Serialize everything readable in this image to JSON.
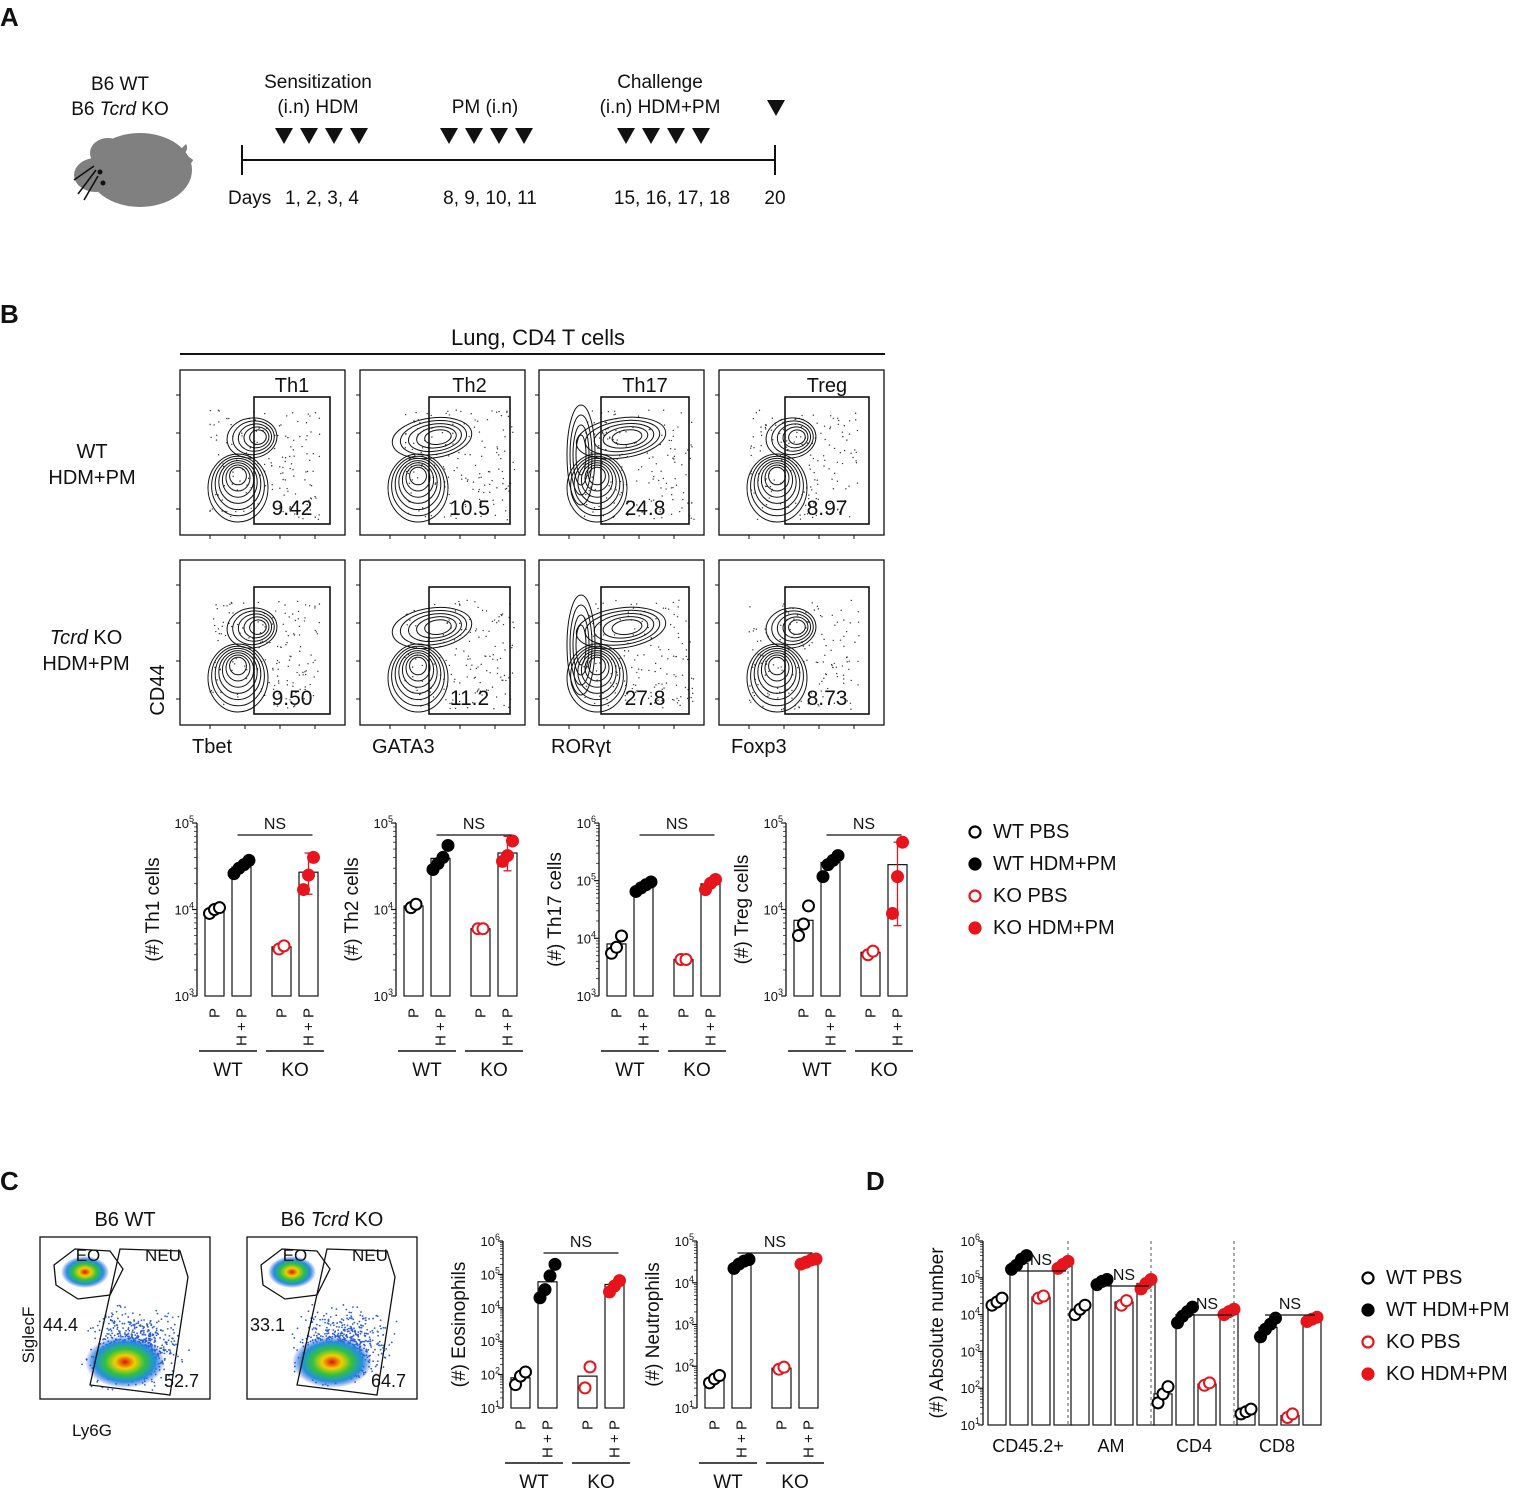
{
  "panels": {
    "A": "A",
    "B": "B",
    "C": "C",
    "D": "D"
  },
  "panelA": {
    "mouse_line1": "B6 WT",
    "mouse_line2_prefix": "B6 ",
    "mouse_line2_italic": "Tcrd",
    "mouse_line2_suffix": " KO",
    "days_label": "Days",
    "phases": [
      {
        "title1": "Sensitization",
        "title2": "(i.n) HDM",
        "days": "1, 2, 3, 4"
      },
      {
        "title1": "",
        "title2": "PM (i.n)",
        "days": "8, 9, 10, 11"
      },
      {
        "title1": "Challenge",
        "title2": "(i.n) HDM+PM",
        "days": "15, 16, 17, 18"
      }
    ],
    "end_day": "20"
  },
  "panelB": {
    "header": "Lung, CD4 T cells",
    "row_labels": [
      {
        "line1_italic": "",
        "line1": "WT",
        "line2": "HDM+PM"
      },
      {
        "line1_italic": "Tcrd",
        "line1": " KO",
        "line2": "HDM+PM"
      }
    ],
    "y_axis": "CD44",
    "subsets": [
      {
        "name": "Th1",
        "x_axis": "Tbet",
        "wt": "9.42",
        "ko": "9.50"
      },
      {
        "name": "Th2",
        "x_axis": "GATA3",
        "wt": "10.5",
        "ko": "11.2"
      },
      {
        "name": "Th17",
        "x_axis": "RORγt",
        "wt": "24.8",
        "ko": "27.8"
      },
      {
        "name": "Treg",
        "x_axis": "Foxp3",
        "wt": "8.97",
        "ko": "8.73"
      }
    ]
  },
  "panelC": {
    "plots": [
      {
        "title_prefix": "B6 ",
        "title_italic": "",
        "title_suffix": "WT",
        "eo": "44.4",
        "neu": "52.7"
      },
      {
        "title_prefix": "B6 ",
        "title_italic": "Tcrd",
        "title_suffix": " KO",
        "eo": "33.1",
        "neu": "64.7"
      }
    ],
    "gate_eo": "EO",
    "gate_neu": "NEU",
    "y_axis": "SiglecF",
    "x_axis": "Ly6G"
  },
  "legend": [
    {
      "label": "WT PBS",
      "color": "#000000",
      "filled": false
    },
    {
      "label": "WT HDM+PM",
      "color": "#000000",
      "filled": true
    },
    {
      "label": "KO PBS",
      "color": "#e8141c",
      "filled": false
    },
    {
      "label": "KO HDM+PM",
      "color": "#e8141c",
      "filled": true
    }
  ],
  "chart_data": [
    {
      "type": "bar",
      "id": "th1",
      "ylabel": "(#) Th1 cells",
      "log": true,
      "ylim": [
        1000,
        100000
      ],
      "categories": [
        "P",
        "H + P",
        "P",
        "H + P"
      ],
      "groups": [
        "WT",
        "KO"
      ],
      "sig": "NS",
      "series": [
        {
          "name": "WT PBS",
          "bar": 9800,
          "points": [
            9000,
            10000,
            10500
          ]
        },
        {
          "name": "WT HDM+PM",
          "bar": 31000,
          "points": [
            26000,
            30000,
            33000,
            37000
          ]
        },
        {
          "name": "KO PBS",
          "bar": 3700,
          "points": [
            3500,
            3800
          ]
        },
        {
          "name": "KO HDM+PM",
          "bar": 27000,
          "points": [
            17000,
            25000,
            40000
          ],
          "err": [
            15000,
            45000
          ]
        }
      ]
    },
    {
      "type": "bar",
      "id": "th2",
      "ylabel": "(#) Th2 cells",
      "log": true,
      "ylim": [
        1000,
        100000
      ],
      "categories": [
        "P",
        "H + P",
        "P",
        "H + P"
      ],
      "groups": [
        "WT",
        "KO"
      ],
      "sig": "NS",
      "series": [
        {
          "name": "WT PBS",
          "bar": 11000,
          "points": [
            10500,
            11500
          ]
        },
        {
          "name": "WT HDM+PM",
          "bar": 39000,
          "points": [
            29000,
            34000,
            40000,
            55000
          ]
        },
        {
          "name": "KO PBS",
          "bar": 6000,
          "points": [
            6000,
            6000
          ]
        },
        {
          "name": "KO HDM+PM",
          "bar": 45000,
          "points": [
            36000,
            42000,
            62000
          ],
          "err": [
            28000,
            70000
          ]
        }
      ]
    },
    {
      "type": "bar",
      "id": "th17",
      "ylabel": "(#) Th17 cells",
      "log": true,
      "ylim": [
        1000,
        1000000
      ],
      "categories": [
        "P",
        "H + P",
        "P",
        "H + P"
      ],
      "groups": [
        "WT",
        "KO"
      ],
      "sig": "NS",
      "series": [
        {
          "name": "WT PBS",
          "bar": 8000,
          "points": [
            5500,
            7000,
            11000
          ]
        },
        {
          "name": "WT HDM+PM",
          "bar": 80000,
          "points": [
            65000,
            75000,
            85000,
            95000
          ]
        },
        {
          "name": "KO PBS",
          "bar": 4300,
          "points": [
            4300,
            4300
          ]
        },
        {
          "name": "KO HDM+PM",
          "bar": 88000,
          "points": [
            70000,
            90000,
            105000
          ]
        }
      ]
    },
    {
      "type": "bar",
      "id": "treg",
      "ylabel": "(#) Treg cells",
      "log": true,
      "ylim": [
        1000,
        100000
      ],
      "categories": [
        "P",
        "H + P",
        "P",
        "H + P"
      ],
      "groups": [
        "WT",
        "KO"
      ],
      "sig": "NS",
      "series": [
        {
          "name": "WT PBS",
          "bar": 7500,
          "points": [
            5000,
            6800,
            11000
          ]
        },
        {
          "name": "WT HDM+PM",
          "bar": 35000,
          "points": [
            24000,
            33000,
            37000,
            42000
          ]
        },
        {
          "name": "KO PBS",
          "bar": 3200,
          "points": [
            3000,
            3300
          ]
        },
        {
          "name": "KO HDM+PM",
          "bar": 33000,
          "points": [
            9000,
            24000,
            60000
          ],
          "err": [
            6500,
            60000
          ]
        }
      ]
    },
    {
      "type": "bar",
      "id": "eos",
      "ylabel": "(#) Eosinophils",
      "log": true,
      "ylim": [
        10,
        1000000
      ],
      "categories": [
        "P",
        "H + P",
        "P",
        "H + P"
      ],
      "groups": [
        "WT",
        "KO"
      ],
      "sig": "NS",
      "series": [
        {
          "name": "WT PBS",
          "bar": 80,
          "points": [
            50,
            90,
            120
          ]
        },
        {
          "name": "WT HDM+PM",
          "bar": 60000,
          "points": [
            20000,
            35000,
            90000,
            200000
          ]
        },
        {
          "name": "KO PBS",
          "bar": 90,
          "points": [
            40,
            170
          ]
        },
        {
          "name": "KO HDM+PM",
          "bar": 50000,
          "points": [
            30000,
            45000,
            65000
          ]
        }
      ]
    },
    {
      "type": "bar",
      "id": "neu",
      "ylabel": "(#) Neutrophils",
      "log": true,
      "ylim": [
        10,
        100000
      ],
      "categories": [
        "P",
        "H + P",
        "P",
        "H + P"
      ],
      "groups": [
        "WT",
        "KO"
      ],
      "sig": "NS",
      "series": [
        {
          "name": "WT PBS",
          "bar": 50,
          "points": [
            40,
            50,
            60
          ]
        },
        {
          "name": "WT HDM+PM",
          "bar": 30000,
          "points": [
            22000,
            28000,
            33000,
            36000
          ]
        },
        {
          "name": "KO PBS",
          "bar": 90,
          "points": [
            85,
            95
          ]
        },
        {
          "name": "KO HDM+PM",
          "bar": 32000,
          "points": [
            28000,
            31000,
            35000,
            37000
          ]
        }
      ]
    },
    {
      "type": "bar",
      "id": "abs",
      "ylabel": "(#) Absolute number",
      "log": true,
      "ylim": [
        10,
        1000000
      ],
      "groups": [
        "CD45.2+",
        "AM",
        "CD4",
        "CD8"
      ],
      "sig": "NS",
      "series": [
        {
          "name": "WT PBS",
          "bars": [
            22000,
            14000,
            70,
            23
          ],
          "points": [
            [
              18000,
              22000,
              28000
            ],
            [
              10000,
              14000,
              18000
            ],
            [
              40,
              70,
              110
            ],
            [
              20,
              23,
              27
            ]
          ]
        },
        {
          "name": "WT HDM+PM",
          "bars": [
            250000,
            80000,
            10000,
            4500
          ],
          "points": [
            [
              170000,
              220000,
              320000,
              400000
            ],
            [
              65000,
              80000,
              90000
            ],
            [
              6000,
              9000,
              12000,
              16000
            ],
            [
              2500,
              4000,
              5500,
              8000
            ]
          ]
        },
        {
          "name": "KO PBS",
          "bars": [
            30000,
            22000,
            130,
            18
          ],
          "points": [
            [
              28000,
              32000
            ],
            [
              18000,
              24000
            ],
            [
              120,
              140
            ],
            [
              16,
              20
            ]
          ]
        },
        {
          "name": "KO HDM+PM",
          "bars": [
            230000,
            70000,
            12000,
            7500
          ],
          "points": [
            [
              180000,
              230000,
              280000
            ],
            [
              50000,
              70000,
              90000
            ],
            [
              10000,
              12000,
              14000
            ],
            [
              6500,
              7500,
              8500
            ]
          ]
        }
      ]
    }
  ]
}
